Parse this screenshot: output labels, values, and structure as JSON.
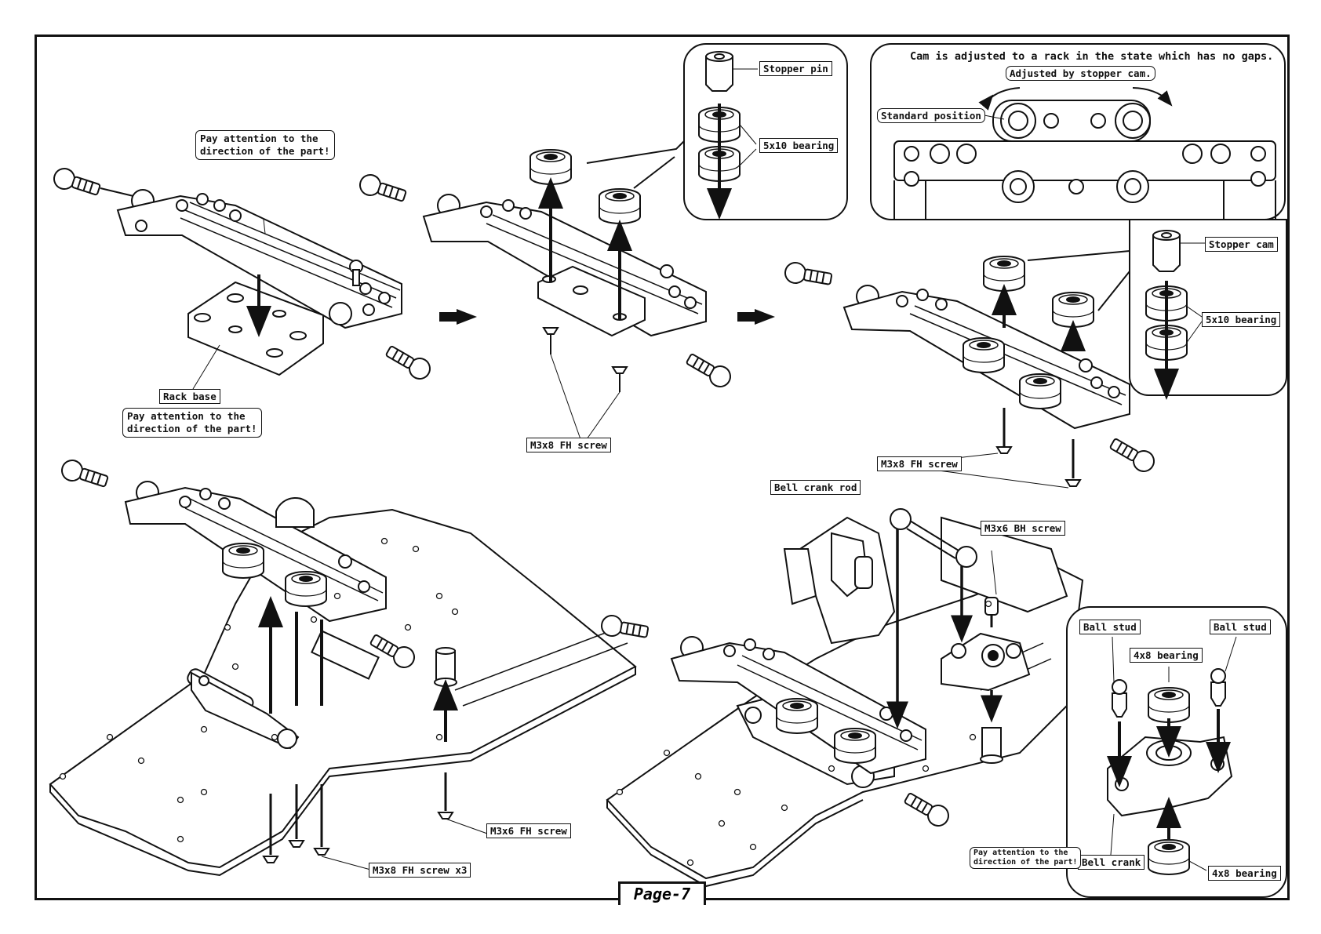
{
  "labels": {
    "pay_attention_top": [
      "Pay attention to the",
      "direction of the part!"
    ],
    "rack_base": "Rack base",
    "pay_attention_rack": [
      "Pay attention to the",
      "direction of the part!"
    ],
    "stopper_pin": "Stopper pin",
    "bearing_5x10_a": "5x10 bearing",
    "m3x8_fh_screw_a": "M3x8 FH screw",
    "cam_note": "Cam is adjusted to a rack in the state which has no gaps.",
    "adjusted_by_cam": "Adjusted by stopper cam.",
    "standard_position": "Standard position",
    "stopper_cam": "Stopper cam",
    "bearing_5x10_b": "5x10 bearing",
    "m3x8_fh_screw_b": "M3x8 FH screw",
    "bell_crank_rod": "Bell crank rod",
    "m3x6_bh_screw": "M3x6 BH screw",
    "ball_stud_left": "Ball stud",
    "ball_stud_right": "Ball stud",
    "bearing_4x8_top": "4x8 bearing",
    "bearing_4x8_bottom": "4x8 bearing",
    "bell_crank": "Bell crank",
    "pay_attention_bell": [
      "Pay attention to the",
      "direction of the part!"
    ],
    "m3x6_fh_screw": "M3x6 FH screw",
    "m3x8_fh_screw_x3": "M3x8 FH screw x3"
  },
  "page": {
    "number": "Page-7"
  }
}
